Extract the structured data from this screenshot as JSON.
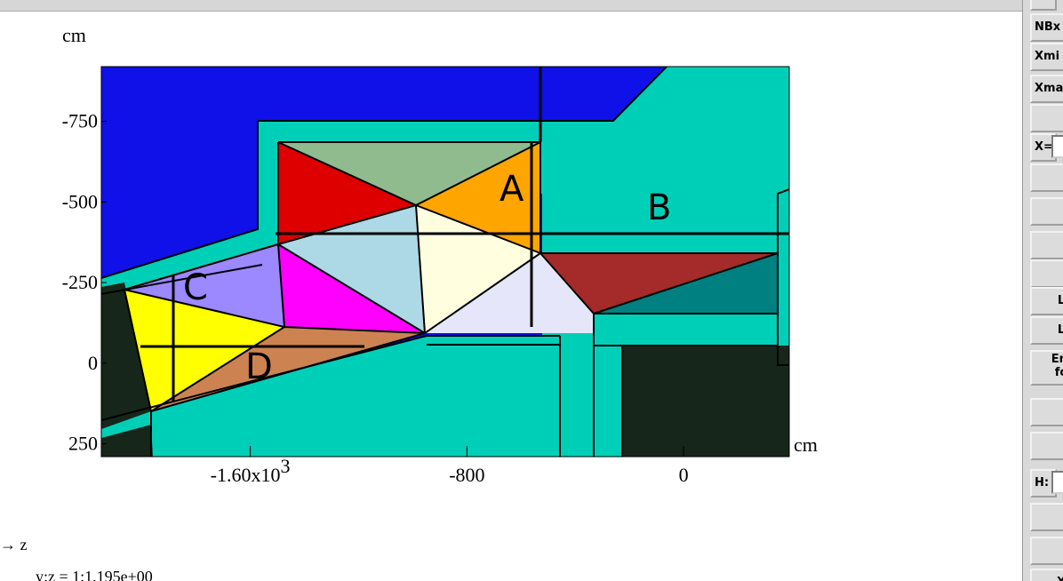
{
  "plot": {
    "axis_unit_x": "cm",
    "axis_unit_y": "cm",
    "y_ticks": [
      {
        "label": "-750",
        "value": -750
      },
      {
        "label": "-500",
        "value": -500
      },
      {
        "label": "-250",
        "value": -250
      },
      {
        "label": "0",
        "value": 0
      },
      {
        "label": "250",
        "value": 250
      }
    ],
    "x_ticks": [
      {
        "label": "-1.60x10",
        "exp": "3",
        "value": -1600
      },
      {
        "label": "-800",
        "value": -800
      },
      {
        "label": "0",
        "value": 0
      }
    ],
    "x_range": [
      -2150,
      390
    ],
    "y_range": [
      -920,
      290
    ],
    "region_labels": [
      "A",
      "B",
      "C",
      "D"
    ],
    "colors": {
      "background": "#1010e8",
      "teal": "#00cfb8",
      "dark": "#16261a",
      "red": "#de0000",
      "sage": "#8fbb8f",
      "orange": "#ffa500",
      "lavender": "#9c88ff",
      "magenta": "#ff00ff",
      "lightblue": "#add8e6",
      "cream": "#ffffe0",
      "palelilac": "#e6e6fa",
      "yellow": "#ffff00",
      "copper": "#cd8252",
      "brown": "#a52a2a",
      "darkteal": "#008080"
    }
  },
  "notes": {
    "axis_label": "z",
    "ratio": "y:z = 1:1.195e+00"
  },
  "side_panel": {
    "buttons": [
      {
        "label": ""
      },
      {
        "label": "NBx"
      },
      {
        "label": "Xmi"
      },
      {
        "label": "Xma"
      },
      {
        "label": ""
      },
      {
        "label": "X="
      },
      {
        "label": ""
      },
      {
        "label": ""
      },
      {
        "label": ""
      },
      {
        "label": ""
      },
      {
        "label": "L"
      },
      {
        "label": "L"
      },
      {
        "label": "Em\nfo"
      },
      {
        "label": ""
      },
      {
        "label": ""
      },
      {
        "label": "H:"
      },
      {
        "label": ""
      },
      {
        "label": ""
      },
      {
        "label": "X"
      }
    ]
  }
}
